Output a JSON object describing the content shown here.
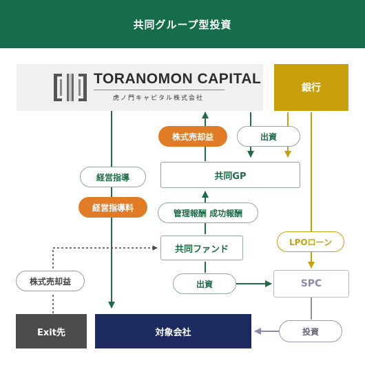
{
  "header": {
    "title": "共同グループ型投資"
  },
  "logo": {
    "name_en": "TORANOMON CAPITAL",
    "name_ja": "虎ノ門キャピタル株式会社"
  },
  "nodes": {
    "bank": "銀行",
    "gp": "共同GP",
    "fund": "共同ファンド",
    "spc": "SPC",
    "exit": "Exit先",
    "target": "対象会社"
  },
  "labels": {
    "share_sale_gain_top": "株式売却益",
    "investment_top": "出資",
    "management_guidance": "経営指導",
    "management_guidance_fee": "経営指導料",
    "fees": "管理報酬 成功報酬",
    "lpo_loan": "LPOローン",
    "investment_fund": "出資",
    "share_sale_gain_exit": "株式売却益",
    "investment_spc": "投資"
  },
  "colors": {
    "header": "#156d4b",
    "green": "#1f6b48",
    "gold": "#c9a00c",
    "orange": "#e07b26",
    "navy": "#1d2a5e",
    "dark_gray": "#4c4c4c",
    "slate": "#8a8aa8"
  }
}
